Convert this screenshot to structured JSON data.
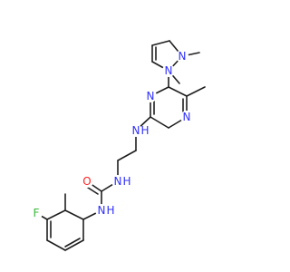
{
  "colors": {
    "bond": "#1f1f1f",
    "N": "#3030ff",
    "F": "#38b838",
    "H": "#3030ff",
    "O": "#ff2020"
  },
  "atoms": {
    "n_im1": "N",
    "n_im3": "N",
    "n_py1": "N",
    "n_py3": "N",
    "n_amine": "N",
    "h_amine": "H",
    "n_urea1": "N",
    "h_urea1": "H",
    "n_urea2": "N",
    "h_urea2": "H",
    "o_urea": "O",
    "f": "F"
  }
}
